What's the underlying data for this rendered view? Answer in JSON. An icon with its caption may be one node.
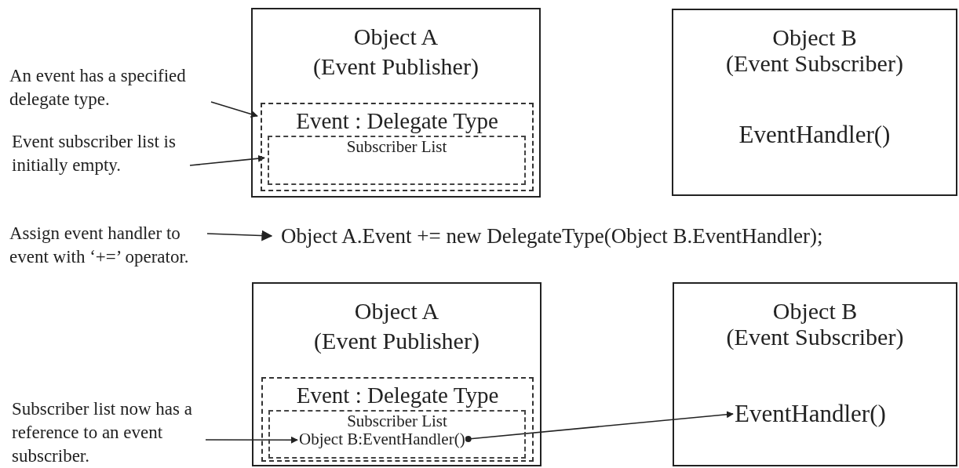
{
  "diagram": {
    "nodes": [
      {
        "text": [
          "Object A",
          "(Event Publisher)"
        ]
      },
      {
        "text": [
          "Event : Delegate Type"
        ],
        "in": 0
      },
      {
        "text": [
          "Subscriber List"
        ],
        "in": 1
      },
      {
        "text": [
          "Object B",
          "(Event Subscriber)",
          "EventHandler()"
        ]
      },
      {
        "text": [
          "An event has a specified delegate type."
        ]
      },
      {
        "text": [
          "Event subscriber list is initially empty."
        ]
      },
      {
        "text": [
          "Assign event handler to event with ‘+=’ operator."
        ]
      },
      {
        "text": [
          "Object A.Event += new DelegateType(Object B.EventHandler);"
        ]
      },
      {
        "text": [
          "Object A",
          "(Event Publisher)"
        ]
      },
      {
        "text": [
          "Event : Delegate Type"
        ],
        "in": 8
      },
      {
        "text": [
          "Subscriber List"
        ],
        "in": 9
      },
      {
        "text": [
          "Object B:EventHandler()"
        ],
        "in": 10
      },
      {
        "text": [
          "Object B",
          "(Event Subscriber)"
        ]
      },
      {
        "text": [
          "EventHandler()"
        ],
        "in": 12
      },
      {
        "text": [
          "Subscriber list now has a reference to an event subscriber."
        ]
      }
    ],
    "edges": [
      {
        "from": 4,
        "to": 1,
        "arrow": "to"
      },
      {
        "from": 5,
        "to": 2,
        "arrow": "to"
      },
      {
        "from": 6,
        "to": 7,
        "arrow": "to"
      },
      {
        "from": 14,
        "to": 11,
        "arrow": "to"
      },
      {
        "from": 11,
        "to": 13,
        "arrow": "to"
      }
    ]
  }
}
